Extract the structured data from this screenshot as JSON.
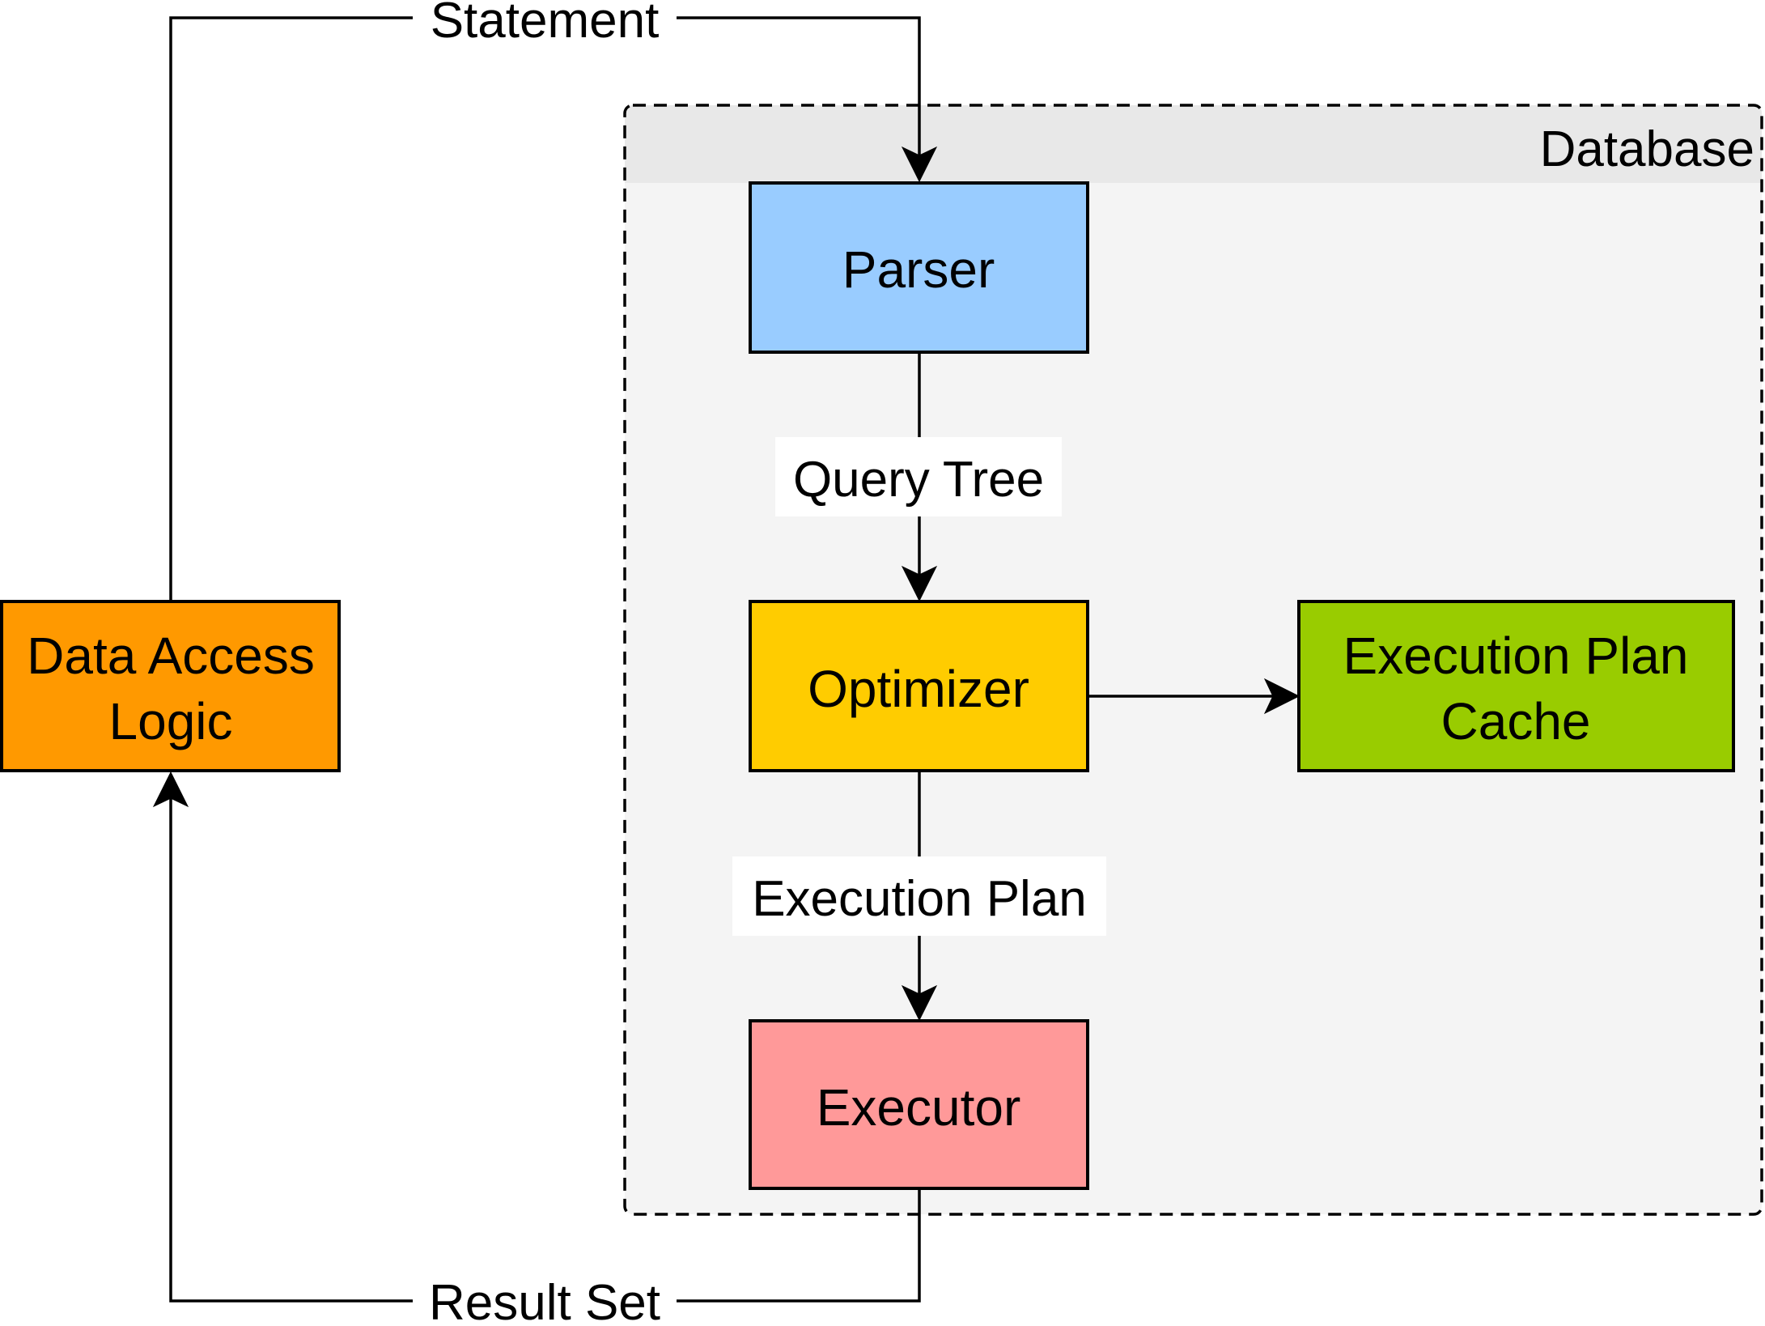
{
  "diagram": {
    "group": {
      "title": "Database"
    },
    "nodes": {
      "data_access": {
        "line1": "Data Access",
        "line2": "Logic",
        "color": "#ff9900"
      },
      "parser": {
        "label": "Parser",
        "color": "#99ccff"
      },
      "optimizer": {
        "label": "Optimizer",
        "color": "#ffcc00"
      },
      "plan_cache": {
        "line1": "Execution Plan",
        "line2": "Cache",
        "color": "#99cc00"
      },
      "executor": {
        "label": "Executor",
        "color": "#ff9999"
      }
    },
    "edges": {
      "statement": {
        "label": "Statement",
        "from": "Data Access Logic",
        "to": "Parser"
      },
      "query_tree": {
        "label": "Query Tree",
        "from": "Parser",
        "to": "Optimizer"
      },
      "optimizer_to_cache": {
        "from": "Optimizer",
        "to": "Execution Plan Cache"
      },
      "execution_plan": {
        "label": "Execution Plan",
        "from": "Optimizer",
        "to": "Executor"
      },
      "result_set": {
        "label": "Result Set",
        "from": "Executor",
        "to": "Data Access Logic"
      }
    },
    "colors": {
      "group_fill": "#f4f4f4",
      "group_header_fill": "#e8e8e8",
      "line": "#000000"
    }
  }
}
